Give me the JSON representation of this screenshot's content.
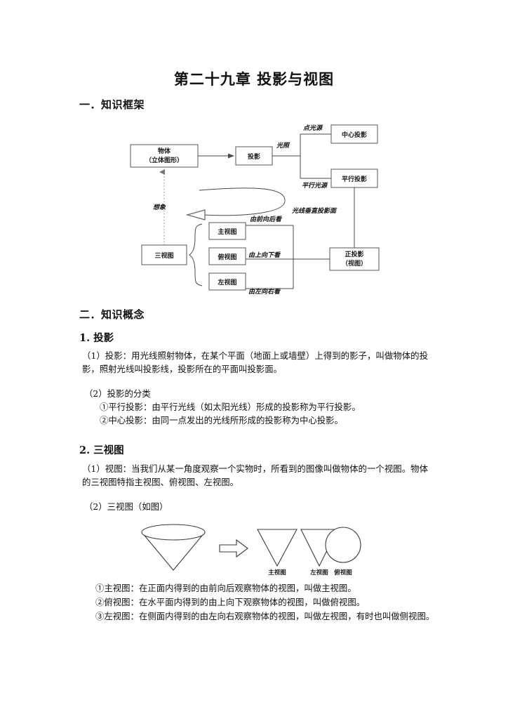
{
  "document": {
    "title": "第二十九章  投影与视图"
  },
  "sections": {
    "one": {
      "heading": "一．知识框架"
    },
    "two": {
      "heading": "二．知识概念",
      "sub1": {
        "heading": "1. 投影",
        "p1": "（1）投影：用光线照射物体，在某个平面（地面上或墙壁）上得到的影子，叫做物体的投影，照射光线叫投影线，投影所在的平面叫投影面。",
        "p2_title": "（2）投影的分类",
        "p2_item1": "①平行投影：由平行光线（如太阳光线）形成的投影称为平行投影。",
        "p2_item2": "②中心投影：由同一点发出的光线所形成的投影称为中心投影。"
      },
      "sub2": {
        "heading": "2. 三视图",
        "p1": "（1）视图：当我们从某一角度观察一个实物时，所看到的图像叫做物体的一个视图。物体的三视图特指主视图、俯视图、左视图。",
        "p2_title": "（2）三视图（如图）",
        "item1": "①主视图：在正面内得到的由前向后观察物体的视图，叫做主视图。",
        "item2": "②俯视图：在水平面内得到的由上向下观察物体的视图，叫做俯视图。",
        "item3": "③左视图：在侧面内得到的由左向右观察物体的视图，叫做左视图，有时也叫做侧视图。"
      }
    }
  },
  "framework_diagram": {
    "boxes": {
      "object": {
        "line1": "物体",
        "line2": "（立体图形）"
      },
      "projection": "投影",
      "central_projection": "中心投影",
      "parallel_projection": "平行投影",
      "orthographic": {
        "line1": "正投影",
        "line2": "（视图）"
      },
      "three_views": "三视图",
      "main_view": "主视图",
      "top_view": "俯视图",
      "left_view": "左视图"
    },
    "edge_labels": {
      "illumination": "光照",
      "point_source": "点光源",
      "parallel_source": "平行光源",
      "perpendicular": "光线垂直投影面",
      "imagination": "想象",
      "front_to_back": "由前向后看",
      "top_to_bottom": "由上向下看",
      "left_to_right": "由左向右看"
    }
  },
  "threeview_figure": {
    "labels": {
      "main_view": "主视图",
      "left_view": "左视图",
      "top_view": "俯视图"
    }
  }
}
